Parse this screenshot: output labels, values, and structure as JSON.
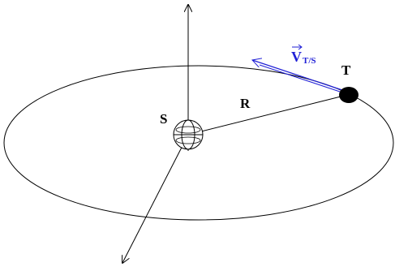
{
  "labels": {
    "sun": "S",
    "planet": "T",
    "radius": "R",
    "velocity_symbol": "V",
    "velocity_subscript": "T/S"
  },
  "colors": {
    "ink": "#000000",
    "velocity": "#1f1fd6",
    "background": "#ffffff"
  },
  "icons": {
    "sun": "sphere-with-meridians-icon",
    "planet": "filled-disc-icon"
  }
}
